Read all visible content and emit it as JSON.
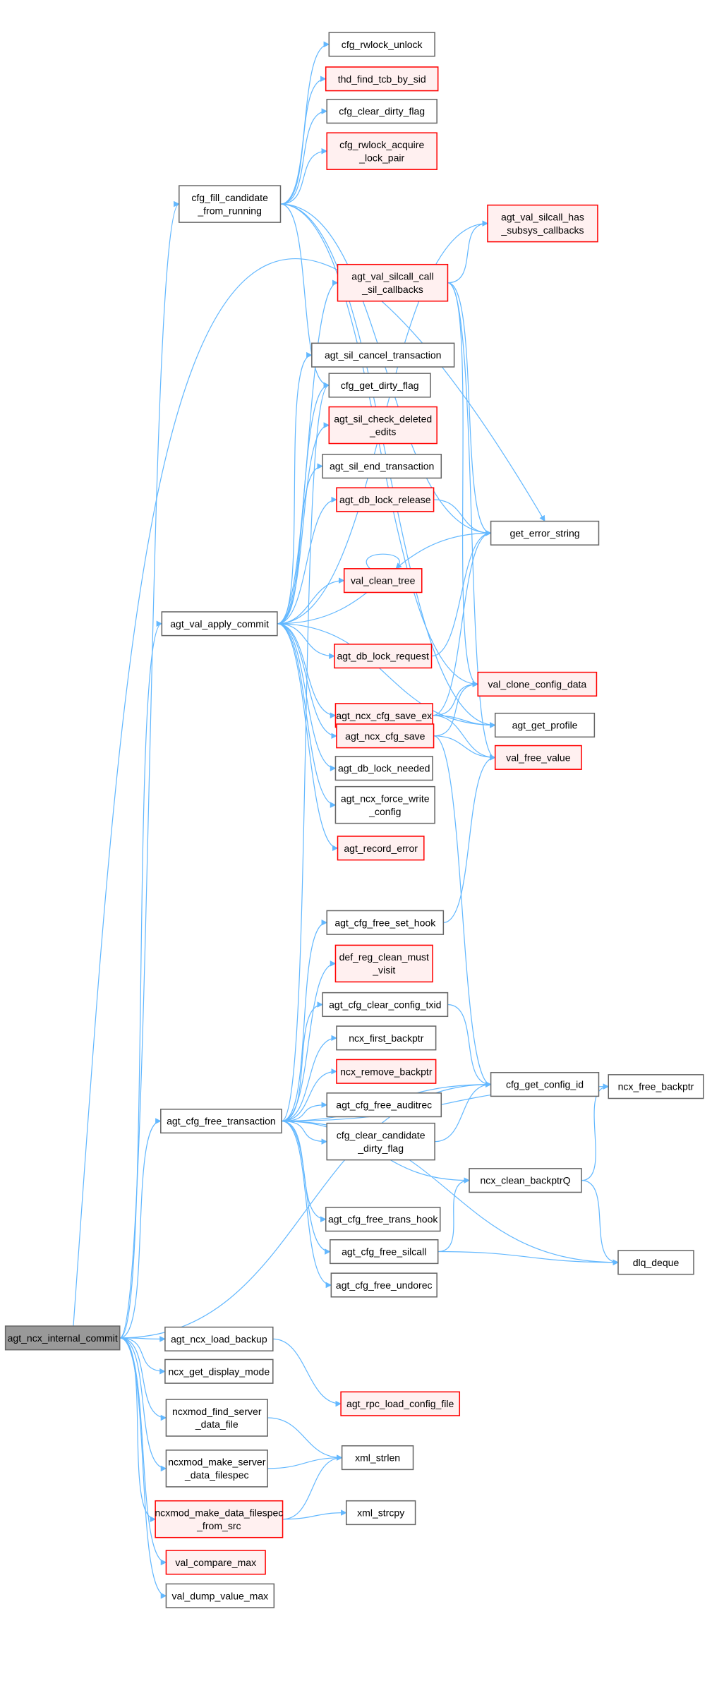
{
  "colors": {
    "edge": "#63b8ff",
    "red_border": "#ff0000",
    "red_fill": "#fff0f0",
    "root_fill": "#999999",
    "normal_border": "#666666"
  },
  "nodes": [
    {
      "id": "cfg_rwlock_unlock",
      "lines": [
        "cfg_rwlock_unlock"
      ],
      "style": "normal"
    },
    {
      "id": "thd_find_tcb_by_sid",
      "lines": [
        "thd_find_tcb_by_sid"
      ],
      "style": "red"
    },
    {
      "id": "cfg_clear_dirty_flag",
      "lines": [
        "cfg_clear_dirty_flag"
      ],
      "style": "normal"
    },
    {
      "id": "cfg_rwlock_acquire_lock_pair",
      "lines": [
        "cfg_rwlock_acquire",
        "_lock_pair"
      ],
      "style": "red"
    },
    {
      "id": "cfg_fill_candidate_from_running",
      "lines": [
        "cfg_fill_candidate",
        "_from_running"
      ],
      "style": "normal"
    },
    {
      "id": "agt_val_silcall_has_subsys_callbacks",
      "lines": [
        "agt_val_silcall_has",
        "_subsys_callbacks"
      ],
      "style": "red"
    },
    {
      "id": "agt_val_silcall_call_sil_callbacks",
      "lines": [
        "agt_val_silcall_call",
        "_sil_callbacks"
      ],
      "style": "red"
    },
    {
      "id": "agt_sil_cancel_transaction",
      "lines": [
        "agt_sil_cancel_transaction"
      ],
      "style": "normal"
    },
    {
      "id": "cfg_get_dirty_flag",
      "lines": [
        "cfg_get_dirty_flag"
      ],
      "style": "normal"
    },
    {
      "id": "agt_sil_check_deleted_edits",
      "lines": [
        "agt_sil_check_deleted",
        "_edits"
      ],
      "style": "red"
    },
    {
      "id": "agt_sil_end_transaction",
      "lines": [
        "agt_sil_end_transaction"
      ],
      "style": "normal"
    },
    {
      "id": "agt_db_lock_release",
      "lines": [
        "agt_db_lock_release"
      ],
      "style": "red"
    },
    {
      "id": "get_error_string",
      "lines": [
        "get_error_string"
      ],
      "style": "normal"
    },
    {
      "id": "val_clean_tree",
      "lines": [
        "val_clean_tree"
      ],
      "style": "red"
    },
    {
      "id": "agt_val_apply_commit",
      "lines": [
        "agt_val_apply_commit"
      ],
      "style": "normal"
    },
    {
      "id": "agt_db_lock_request",
      "lines": [
        "agt_db_lock_request"
      ],
      "style": "red"
    },
    {
      "id": "val_clone_config_data",
      "lines": [
        "val_clone_config_data"
      ],
      "style": "red"
    },
    {
      "id": "agt_ncx_cfg_save_ex",
      "lines": [
        "agt_ncx_cfg_save_ex"
      ],
      "style": "red"
    },
    {
      "id": "agt_get_profile",
      "lines": [
        "agt_get_profile"
      ],
      "style": "normal"
    },
    {
      "id": "agt_ncx_cfg_save",
      "lines": [
        "agt_ncx_cfg_save"
      ],
      "style": "red"
    },
    {
      "id": "val_free_value",
      "lines": [
        "val_free_value"
      ],
      "style": "red"
    },
    {
      "id": "agt_db_lock_needed",
      "lines": [
        "agt_db_lock_needed"
      ],
      "style": "normal"
    },
    {
      "id": "agt_ncx_force_write_config",
      "lines": [
        "agt_ncx_force_write",
        "_config"
      ],
      "style": "normal"
    },
    {
      "id": "agt_record_error",
      "lines": [
        "agt_record_error"
      ],
      "style": "red"
    },
    {
      "id": "agt_cfg_free_set_hook",
      "lines": [
        "agt_cfg_free_set_hook"
      ],
      "style": "normal"
    },
    {
      "id": "def_reg_clean_must_visit",
      "lines": [
        "def_reg_clean_must",
        "_visit"
      ],
      "style": "red"
    },
    {
      "id": "agt_cfg_clear_config_txid",
      "lines": [
        "agt_cfg_clear_config_txid"
      ],
      "style": "normal"
    },
    {
      "id": "ncx_first_backptr",
      "lines": [
        "ncx_first_backptr"
      ],
      "style": "normal"
    },
    {
      "id": "ncx_remove_backptr",
      "lines": [
        "ncx_remove_backptr"
      ],
      "style": "red"
    },
    {
      "id": "cfg_get_config_id",
      "lines": [
        "cfg_get_config_id"
      ],
      "style": "normal"
    },
    {
      "id": "ncx_free_backptr",
      "lines": [
        "ncx_free_backptr"
      ],
      "style": "normal"
    },
    {
      "id": "agt_cfg_free_transaction",
      "lines": [
        "agt_cfg_free_transaction"
      ],
      "style": "normal"
    },
    {
      "id": "agt_cfg_free_auditrec",
      "lines": [
        "agt_cfg_free_auditrec"
      ],
      "style": "normal"
    },
    {
      "id": "cfg_clear_candidate_dirty_flag",
      "lines": [
        "cfg_clear_candidate",
        "_dirty_flag"
      ],
      "style": "normal"
    },
    {
      "id": "ncx_clean_backptrQ",
      "lines": [
        "ncx_clean_backptrQ"
      ],
      "style": "normal"
    },
    {
      "id": "agt_cfg_free_trans_hook",
      "lines": [
        "agt_cfg_free_trans_hook"
      ],
      "style": "normal"
    },
    {
      "id": "agt_cfg_free_silcall",
      "lines": [
        "agt_cfg_free_silcall"
      ],
      "style": "normal"
    },
    {
      "id": "dlq_deque",
      "lines": [
        "dlq_deque"
      ],
      "style": "normal"
    },
    {
      "id": "agt_cfg_free_undorec",
      "lines": [
        "agt_cfg_free_undorec"
      ],
      "style": "normal"
    },
    {
      "id": "agt_ncx_internal_commit",
      "lines": [
        "agt_ncx_internal_commit"
      ],
      "style": "root"
    },
    {
      "id": "agt_ncx_load_backup",
      "lines": [
        "agt_ncx_load_backup"
      ],
      "style": "normal"
    },
    {
      "id": "ncx_get_display_mode",
      "lines": [
        "ncx_get_display_mode"
      ],
      "style": "normal"
    },
    {
      "id": "agt_rpc_load_config_file",
      "lines": [
        "agt_rpc_load_config_file"
      ],
      "style": "red"
    },
    {
      "id": "ncxmod_find_server_data_file",
      "lines": [
        "ncxmod_find_server",
        "_data_file"
      ],
      "style": "normal"
    },
    {
      "id": "xml_strlen",
      "lines": [
        "xml_strlen"
      ],
      "style": "normal"
    },
    {
      "id": "ncxmod_make_server_data_filespec",
      "lines": [
        "ncxmod_make_server",
        "_data_filespec"
      ],
      "style": "normal"
    },
    {
      "id": "ncxmod_make_data_filespec_from_src",
      "lines": [
        "ncxmod_make_data_filespec",
        "_from_src"
      ],
      "style": "red"
    },
    {
      "id": "xml_strcpy",
      "lines": [
        "xml_strcpy"
      ],
      "style": "normal"
    },
    {
      "id": "val_compare_max",
      "lines": [
        "val_compare_max"
      ],
      "style": "red"
    },
    {
      "id": "val_dump_value_max",
      "lines": [
        "val_dump_value_max"
      ],
      "style": "normal"
    }
  ],
  "edges": [
    [
      "agt_ncx_internal_commit",
      "get_error_string"
    ],
    [
      "agt_ncx_internal_commit",
      "cfg_fill_candidate_from_running"
    ],
    [
      "agt_ncx_internal_commit",
      "agt_val_apply_commit"
    ],
    [
      "agt_ncx_internal_commit",
      "agt_cfg_free_transaction"
    ],
    [
      "agt_ncx_internal_commit",
      "cfg_get_config_id"
    ],
    [
      "agt_ncx_internal_commit",
      "agt_ncx_load_backup"
    ],
    [
      "agt_ncx_internal_commit",
      "ncx_get_display_mode"
    ],
    [
      "agt_ncx_internal_commit",
      "ncxmod_find_server_data_file"
    ],
    [
      "agt_ncx_internal_commit",
      "ncxmod_make_server_data_filespec"
    ],
    [
      "agt_ncx_internal_commit",
      "ncxmod_make_data_filespec_from_src"
    ],
    [
      "agt_ncx_internal_commit",
      "val_compare_max"
    ],
    [
      "agt_ncx_internal_commit",
      "val_dump_value_max"
    ],
    [
      "cfg_fill_candidate_from_running",
      "cfg_rwlock_unlock"
    ],
    [
      "cfg_fill_candidate_from_running",
      "thd_find_tcb_by_sid"
    ],
    [
      "cfg_fill_candidate_from_running",
      "cfg_clear_dirty_flag"
    ],
    [
      "cfg_fill_candidate_from_running",
      "cfg_rwlock_acquire_lock_pair"
    ],
    [
      "cfg_fill_candidate_from_running",
      "get_error_string"
    ],
    [
      "cfg_fill_candidate_from_running",
      "val_clone_config_data"
    ],
    [
      "cfg_fill_candidate_from_running",
      "agt_get_profile"
    ],
    [
      "cfg_fill_candidate_from_running",
      "cfg_get_dirty_flag"
    ],
    [
      "agt_val_silcall_call_sil_callbacks",
      "agt_val_silcall_has_subsys_callbacks"
    ],
    [
      "agt_val_silcall_call_sil_callbacks",
      "get_error_string"
    ],
    [
      "agt_val_silcall_call_sil_callbacks",
      "val_clone_config_data"
    ],
    [
      "agt_val_silcall_call_sil_callbacks",
      "val_free_value"
    ],
    [
      "agt_val_apply_commit",
      "agt_val_silcall_has_subsys_callbacks"
    ],
    [
      "agt_val_apply_commit",
      "agt_val_silcall_call_sil_callbacks"
    ],
    [
      "agt_val_apply_commit",
      "agt_sil_cancel_transaction"
    ],
    [
      "agt_val_apply_commit",
      "cfg_get_dirty_flag"
    ],
    [
      "agt_val_apply_commit",
      "agt_sil_check_deleted_edits"
    ],
    [
      "agt_val_apply_commit",
      "agt_sil_end_transaction"
    ],
    [
      "agt_val_apply_commit",
      "agt_db_lock_release"
    ],
    [
      "agt_val_apply_commit",
      "val_clean_tree"
    ],
    [
      "agt_val_apply_commit",
      "get_error_string"
    ],
    [
      "agt_val_apply_commit",
      "agt_db_lock_request"
    ],
    [
      "agt_val_apply_commit",
      "agt_ncx_cfg_save_ex"
    ],
    [
      "agt_val_apply_commit",
      "agt_ncx_cfg_save"
    ],
    [
      "agt_val_apply_commit",
      "agt_get_profile"
    ],
    [
      "agt_val_apply_commit",
      "agt_db_lock_needed"
    ],
    [
      "agt_val_apply_commit",
      "agt_ncx_force_write_config"
    ],
    [
      "agt_val_apply_commit",
      "agt_record_error"
    ],
    [
      "agt_db_lock_release",
      "get_error_string"
    ],
    [
      "val_clean_tree",
      "val_clean_tree"
    ],
    [
      "agt_db_lock_request",
      "get_error_string"
    ],
    [
      "agt_ncx_cfg_save_ex",
      "get_error_string"
    ],
    [
      "agt_ncx_cfg_save_ex",
      "val_clone_config_data"
    ],
    [
      "agt_ncx_cfg_save_ex",
      "agt_get_profile"
    ],
    [
      "agt_ncx_cfg_save_ex",
      "val_free_value"
    ],
    [
      "agt_ncx_cfg_save",
      "val_clone_config_data"
    ],
    [
      "agt_ncx_cfg_save",
      "val_free_value"
    ],
    [
      "agt_ncx_cfg_save",
      "cfg_get_config_id"
    ],
    [
      "agt_cfg_free_set_hook",
      "val_free_value"
    ],
    [
      "agt_cfg_free_transaction",
      "cfg_get_dirty_flag"
    ],
    [
      "agt_cfg_free_transaction",
      "agt_cfg_free_set_hook"
    ],
    [
      "agt_cfg_free_transaction",
      "def_reg_clean_must_visit"
    ],
    [
      "agt_cfg_free_transaction",
      "ncx_free_backptr"
    ],
    [
      "agt_cfg_free_transaction",
      "agt_cfg_clear_config_txid"
    ],
    [
      "agt_cfg_free_transaction",
      "ncx_first_backptr"
    ],
    [
      "agt_cfg_free_transaction",
      "ncx_remove_backptr"
    ],
    [
      "agt_cfg_free_transaction",
      "agt_cfg_free_auditrec"
    ],
    [
      "agt_cfg_free_transaction",
      "cfg_clear_candidate_dirty_flag"
    ],
    [
      "agt_cfg_free_transaction",
      "cfg_get_config_id"
    ],
    [
      "agt_cfg_free_transaction",
      "ncx_clean_backptrQ"
    ],
    [
      "agt_cfg_free_transaction",
      "agt_cfg_free_trans_hook"
    ],
    [
      "agt_cfg_free_transaction",
      "agt_cfg_free_silcall"
    ],
    [
      "agt_cfg_free_transaction",
      "agt_cfg_free_undorec"
    ],
    [
      "agt_cfg_free_transaction",
      "dlq_deque"
    ],
    [
      "agt_cfg_clear_config_txid",
      "cfg_get_config_id"
    ],
    [
      "cfg_clear_candidate_dirty_flag",
      "cfg_get_config_id"
    ],
    [
      "ncx_clean_backptrQ",
      "ncx_free_backptr"
    ],
    [
      "ncx_clean_backptrQ",
      "dlq_deque"
    ],
    [
      "agt_cfg_free_silcall",
      "ncx_clean_backptrQ"
    ],
    [
      "agt_cfg_free_silcall",
      "dlq_deque"
    ],
    [
      "agt_ncx_load_backup",
      "agt_rpc_load_config_file"
    ],
    [
      "ncxmod_find_server_data_file",
      "xml_strlen"
    ],
    [
      "ncxmod_make_server_data_filespec",
      "xml_strlen"
    ],
    [
      "ncxmod_make_data_filespec_from_src",
      "xml_strlen"
    ],
    [
      "ncxmod_make_data_filespec_from_src",
      "xml_strcpy"
    ]
  ]
}
